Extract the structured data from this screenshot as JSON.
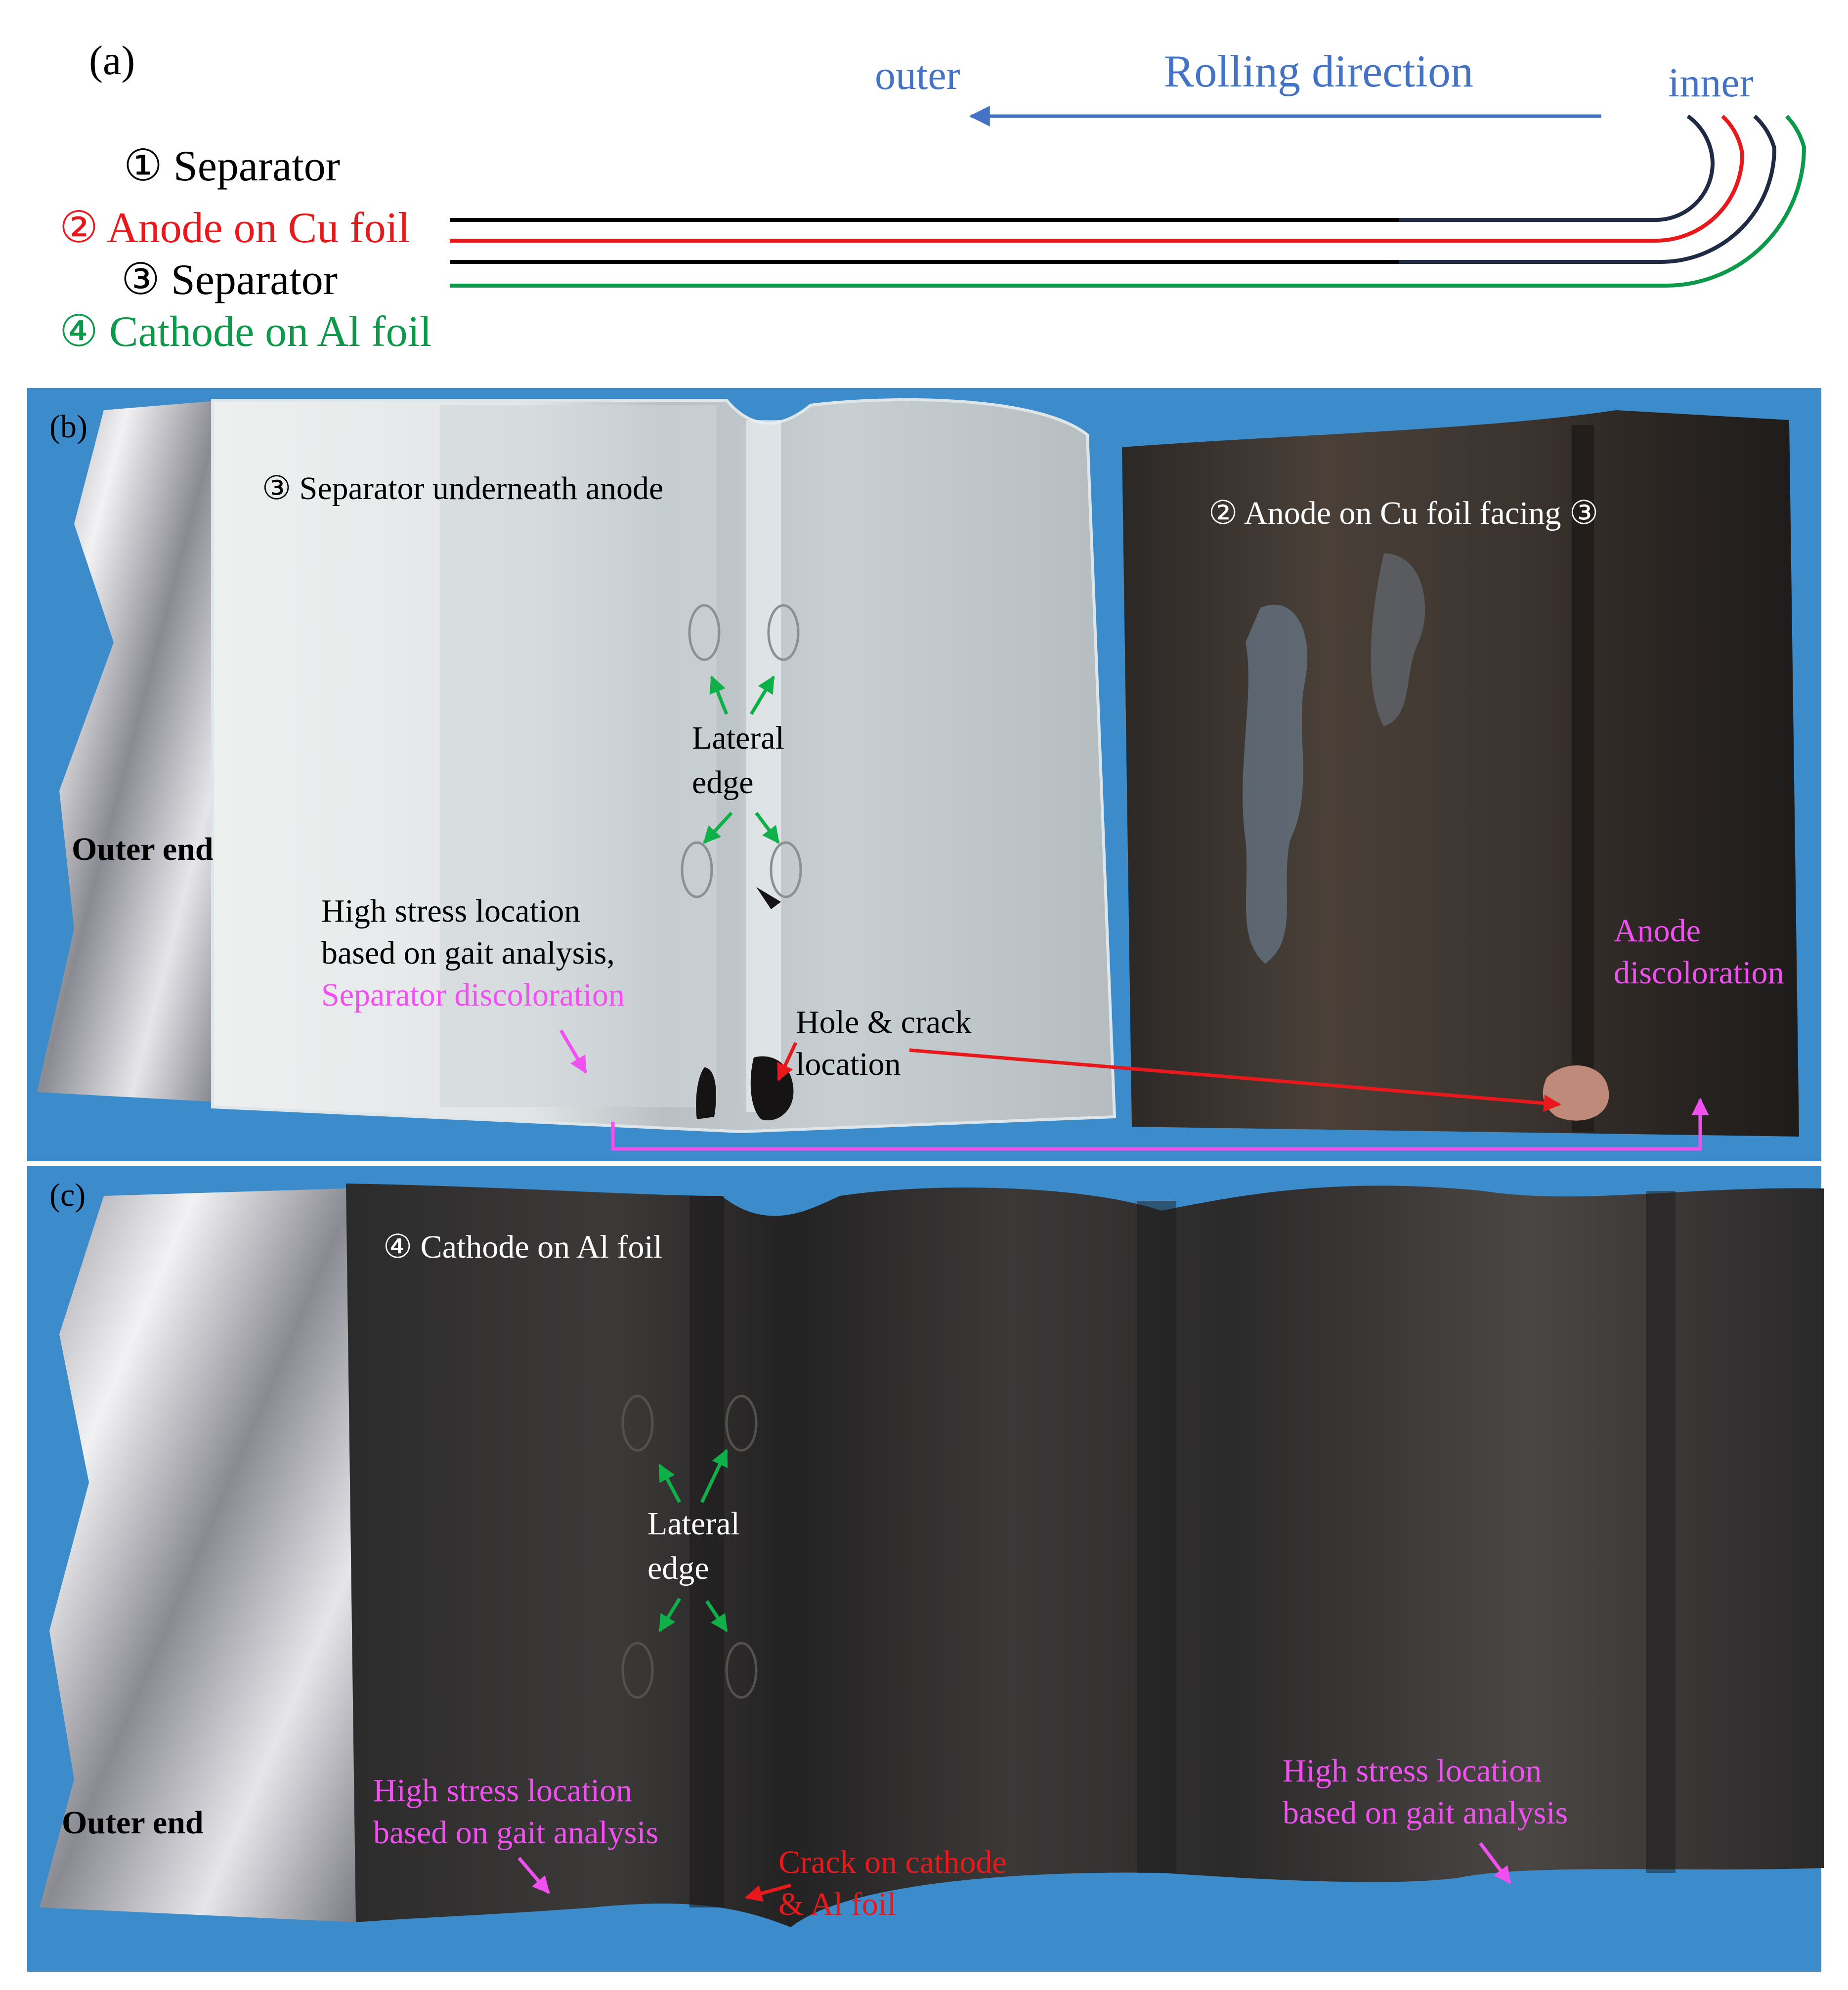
{
  "panel_a": {
    "label": "(a)",
    "outer": "outer",
    "rolling_direction": "Rolling direction",
    "inner": "inner",
    "layers": [
      {
        "text": "① Separator",
        "color": "#000000"
      },
      {
        "text": "② Anode on Cu foil",
        "color": "#e8191c"
      },
      {
        "text": "③ Separator",
        "color": "#000000"
      },
      {
        "text": "④ Cathode on Al foil",
        "color": "#0c9a4a"
      }
    ],
    "blue": "#4472c4",
    "navy": "#1f2a44"
  },
  "panel_b": {
    "label": "(b)",
    "separator_title": "③ Separator underneath anode",
    "anode_title": "② Anode on Cu foil facing ③",
    "lateral_edge": [
      "Lateral",
      "edge"
    ],
    "outer_end": "Outer end",
    "high_stress": [
      "High stress location",
      "based on gait analysis,"
    ],
    "separator_discoloration": "Separator discoloration",
    "hole_crack": [
      "Hole & crack",
      "location"
    ],
    "anode_discoloration": [
      "Anode",
      "discoloration"
    ]
  },
  "panel_c": {
    "label": "(c)",
    "cathode_title": "④ Cathode on Al foil",
    "lateral_edge": [
      "Lateral",
      "edge"
    ],
    "outer_end": "Outer end",
    "high_stress_left": [
      "High stress location",
      "based on gait analysis"
    ],
    "crack": [
      "Crack on cathode",
      "& Al foil"
    ],
    "high_stress_right": [
      "High stress location",
      "based on gait analysis"
    ]
  },
  "colors": {
    "magenta": "#f050f0",
    "green_arrow": "#0fb04a",
    "red_arrow": "#e8191c",
    "background_blue": "#3c8ccb",
    "photo_black": "#2a2826",
    "separator_gray": "#c8cdd0",
    "foil_silver": "#d8d8dc"
  }
}
